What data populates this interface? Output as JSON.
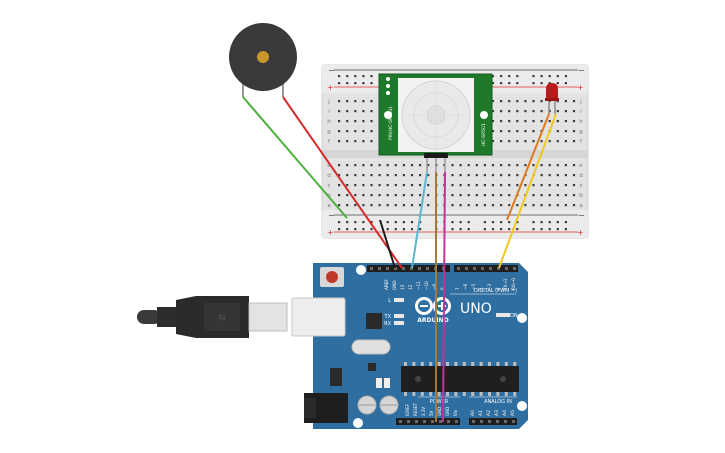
{
  "arduino": {
    "logo_name": "ARDUINO",
    "model": "UNO",
    "digital_header": "DIGITAL (PWM ~)",
    "power_header": "POWER",
    "analog_header": "ANALOG IN",
    "on_label": "ON",
    "l_label": "L",
    "tx_label": "TX",
    "rx_label": "RX",
    "aref": "AREF",
    "gnd": "GND",
    "digital_pins": [
      "13",
      "12",
      "~11",
      "~10",
      "~9",
      "8",
      "7",
      "~6",
      "~5",
      "4",
      "~3",
      "2",
      "TX→1",
      "RX←0"
    ],
    "power_pins": [
      "IOREF",
      "RESET",
      "3.3V",
      "5V",
      "GND",
      "GND",
      "Vin"
    ],
    "analog_pins": [
      "A0",
      "A1",
      "A2",
      "A3",
      "A4",
      "A5"
    ]
  },
  "breadboard": {
    "row_letters_top": [
      "j",
      "i",
      "h",
      "g",
      "f"
    ],
    "row_letters_bottom": [
      "e",
      "d",
      "c",
      "b",
      "a"
    ],
    "rail_plus": "+",
    "rail_minus": "−"
  },
  "pir": {
    "label_left": "PIR(HC-SR501)",
    "label_right": "HC-SR501"
  },
  "components": {
    "buzzer": "piezo-buzzer",
    "led": "red-led",
    "usb": "usb-cable"
  },
  "colors": {
    "board": "#2f6ea0",
    "breadboard": "#e2e2e2",
    "pir_pcb": "#1e7a2a",
    "wire_green": "#4bb23a",
    "wire_red": "#d62a2a",
    "wire_black": "#1a1a1a",
    "wire_cyan": "#58b7d0",
    "wire_brown": "#a37a3a",
    "wire_magenta": "#c0339a",
    "wire_orange": "#e07a20",
    "wire_yellow": "#f0c81e",
    "led_red": "#b71c1c"
  }
}
